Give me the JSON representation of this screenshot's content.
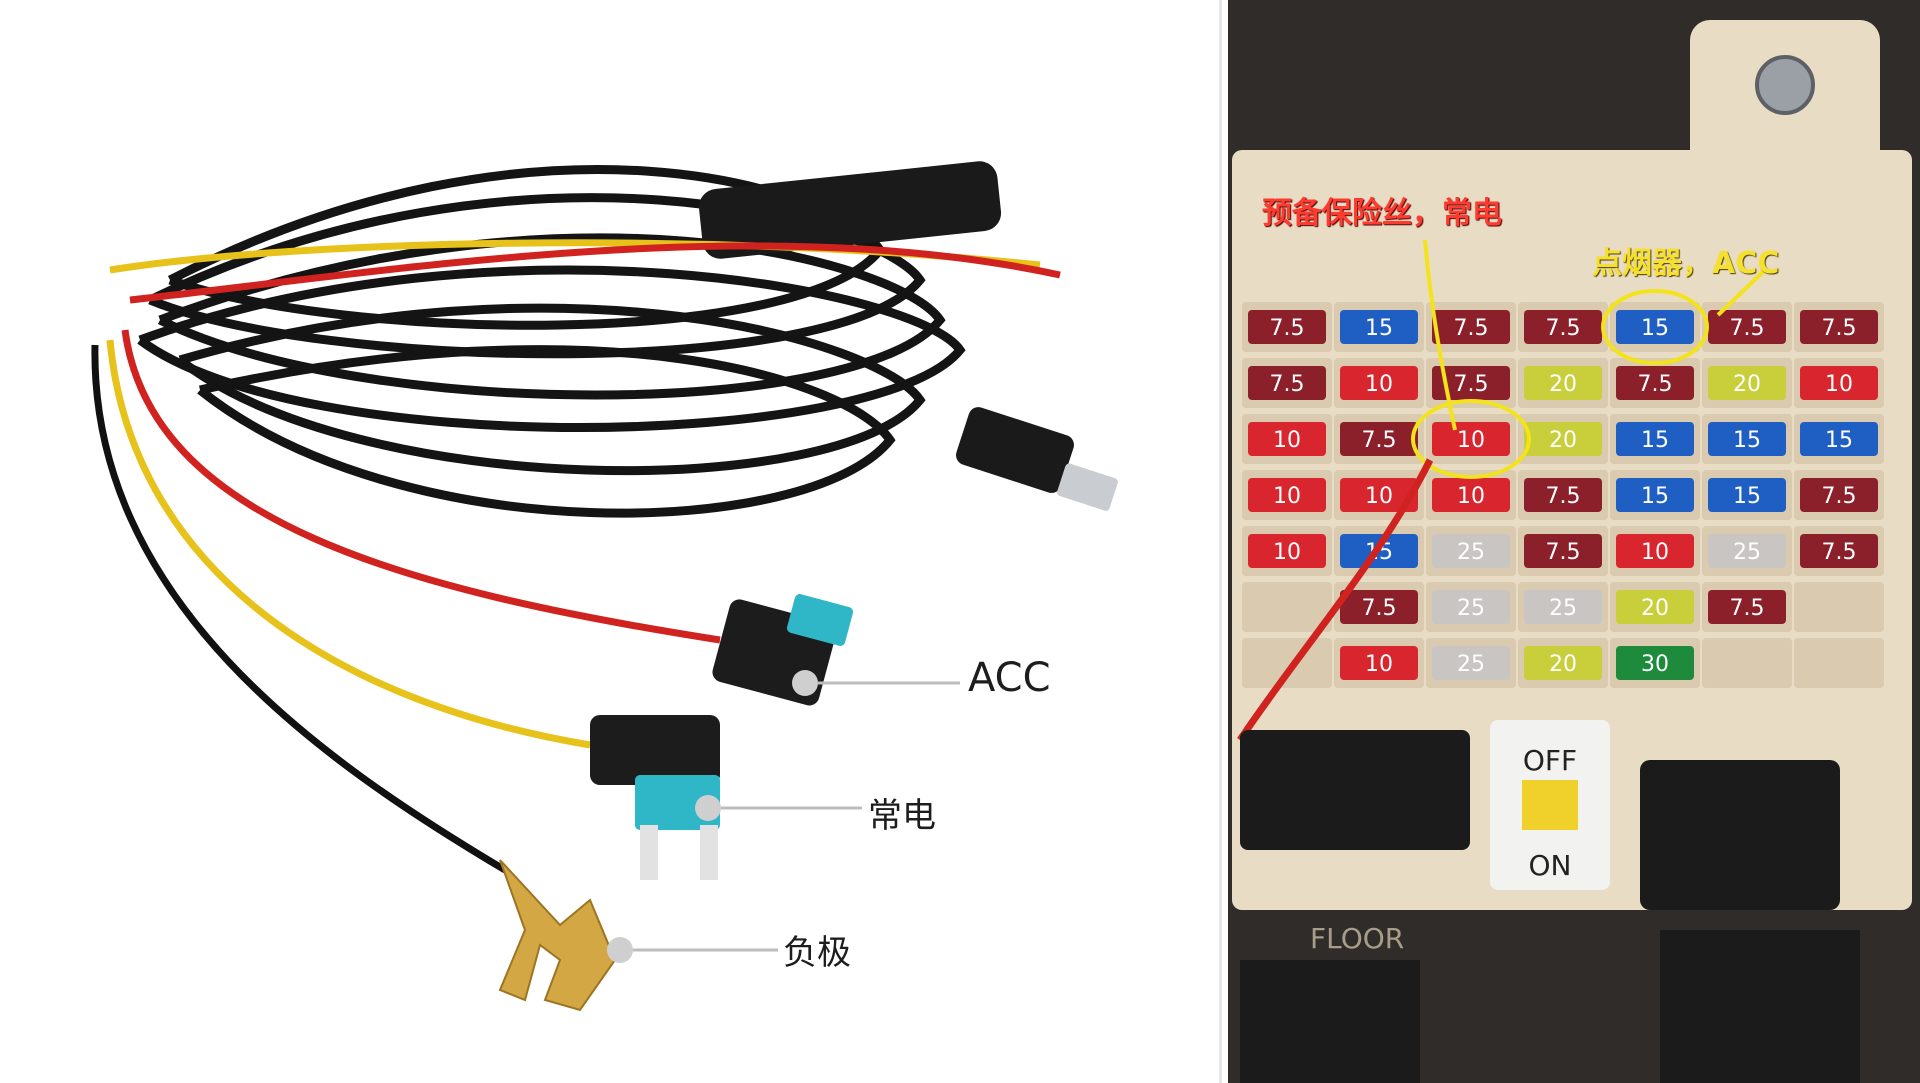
{
  "left": {
    "labels": {
      "acc": "ACC",
      "constant": "常电",
      "negative": "负极"
    }
  },
  "right": {
    "annotations": {
      "spare_fuse": "预备保险丝，常电",
      "lighter": "点烟器，ACC"
    },
    "switch_off": "OFF",
    "switch_on": "ON",
    "floor_text": "FLOOR",
    "fuse_rows": [
      [
        "7.5",
        "15",
        "7.5",
        "7.5",
        "15",
        "7.5",
        "7.5"
      ],
      [
        "7.5",
        "10",
        "7.5",
        "20",
        "7.5",
        "20",
        "10"
      ],
      [
        "10",
        "7.5",
        "10",
        "20",
        "15",
        "15",
        "15"
      ],
      [
        "10",
        "10",
        "10",
        "7.5",
        "15",
        "15",
        "7.5"
      ],
      [
        "10",
        "15",
        "25",
        "7.5",
        "10",
        "25",
        "7.5"
      ],
      [
        "",
        "7.5",
        "25",
        "25",
        "20",
        "7.5",
        ""
      ],
      [
        "",
        "10",
        "25",
        "20",
        "30",
        "",
        ""
      ]
    ],
    "fuse_colors": {
      "7.5": "#8b1f2a",
      "10": "#d9262e",
      "15": "#1f5fc4",
      "20": "#c8cf3a",
      "25": "#c9c5c2",
      "30": "#1e8a3c"
    },
    "highlight_color": "#f2e31b"
  }
}
